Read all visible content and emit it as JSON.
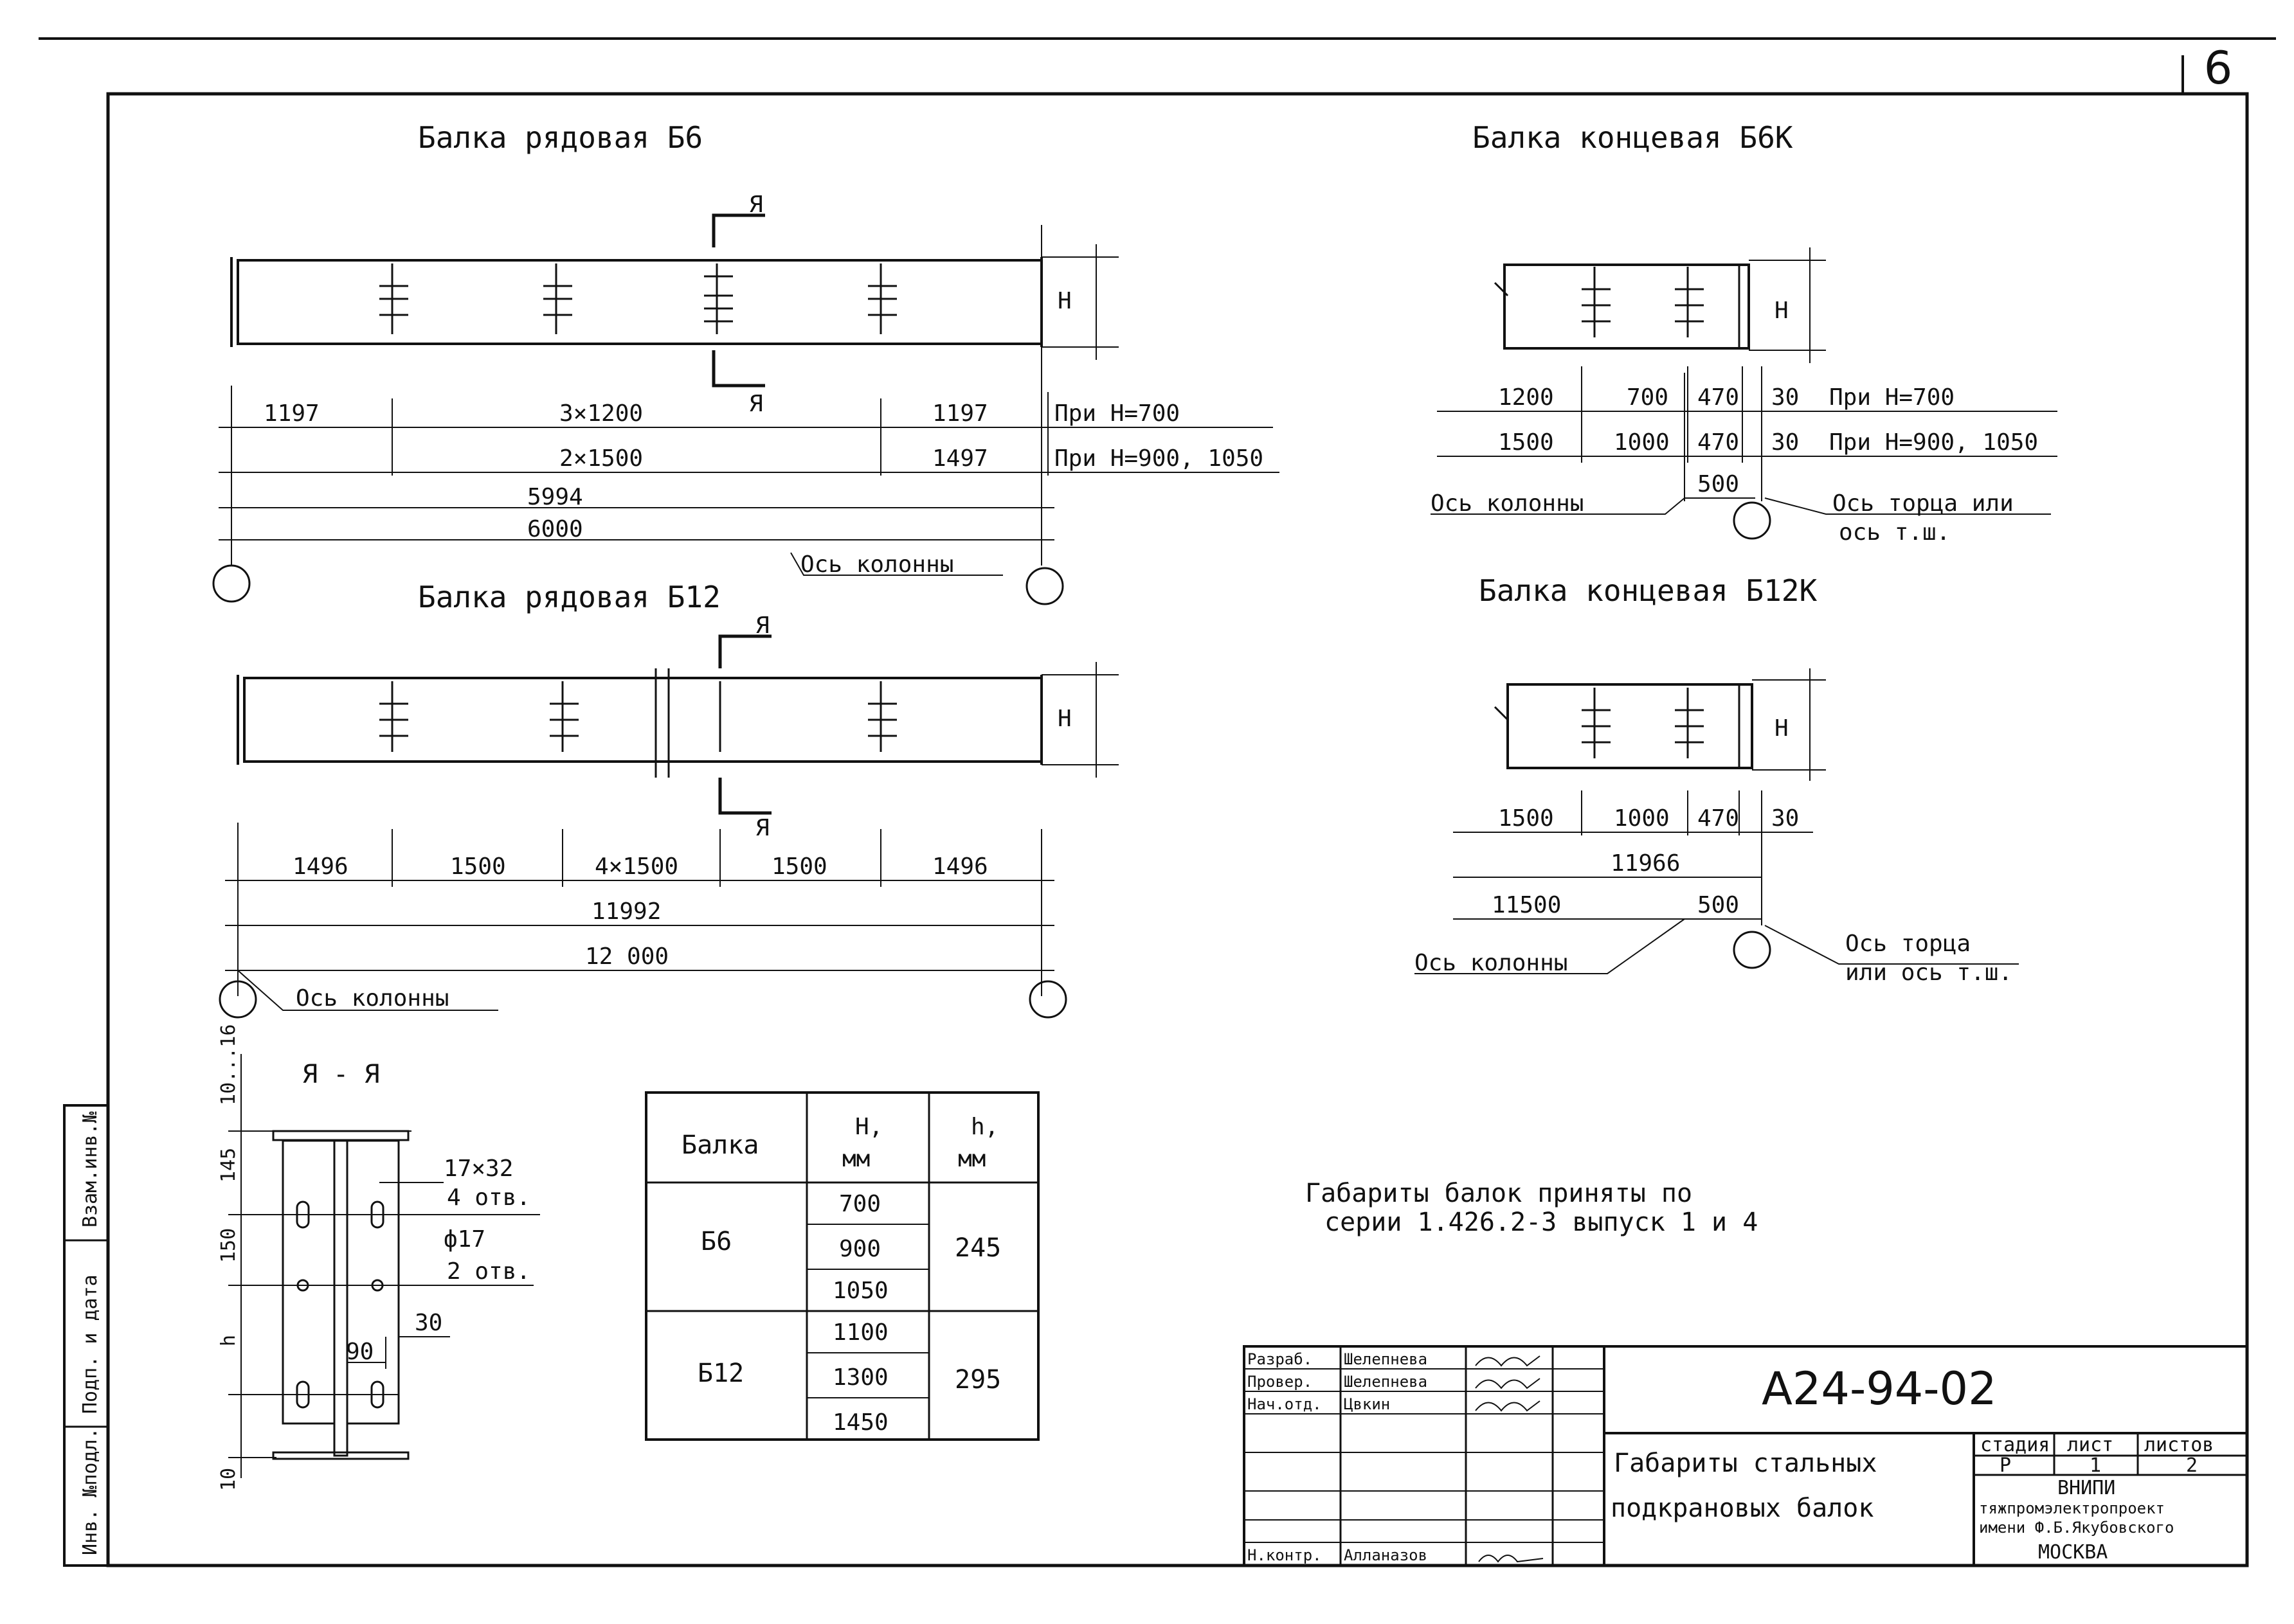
{
  "sheet_number": "6",
  "titles": {
    "b6": "Балка рядовая Б6",
    "b6k": "Балка концевая Б6К",
    "b12": "Балка рядовая Б12",
    "b12k": "Балка концевая Б12К"
  },
  "b6": {
    "dims_top": [
      "1197",
      "3×1200",
      "1197"
    ],
    "dims_second": [
      "2×1500",
      "1497"
    ],
    "total_inner": "5994",
    "total": "6000",
    "note_h700": "При Н=700",
    "note_h900": "При Н=900, 1050",
    "axis_label": "Ось колонны",
    "section_mark": "Я",
    "height_mark": "Н"
  },
  "b6k": {
    "row1": [
      "1200",
      "700",
      "470",
      "30"
    ],
    "row2": [
      "1500",
      "1000",
      "470",
      "30"
    ],
    "note_h700": "При Н=700",
    "note_h900": "При Н=900, 1050",
    "dim_500": "500",
    "axis_col": "Ось колонны",
    "axis_end": "Ось торца или",
    "axis_end2": "ось т.ш.",
    "height_mark": "Н"
  },
  "b12": {
    "dims": [
      "1496",
      "1500",
      "4×1500",
      "1500",
      "1496"
    ],
    "total_inner": "11992",
    "total": "12 000",
    "axis_label": "Ось колонны",
    "section_mark": "Я",
    "height_mark": "Н"
  },
  "b12k": {
    "row1": [
      "1500",
      "1000",
      "470",
      "30"
    ],
    "dim_11966": "11966",
    "dim_11500": "11500",
    "dim_500": "500",
    "axis_col": "Ось колонны",
    "axis_end": "Ось торца",
    "axis_end2": "или ось т.ш.",
    "height_mark": "Н"
  },
  "section": {
    "title": "Я - Я",
    "dim_top": "10...16",
    "dim_145": "145",
    "dim_150": "150",
    "dim_h": "h",
    "dim_10": "10",
    "hole1": "17×32",
    "hole1_count": "4 отв.",
    "hole2": "ф17",
    "hole2_count": "2 отв.",
    "dim_30": "30",
    "dim_90": "90"
  },
  "table": {
    "headers": [
      "Балка",
      "Н,",
      "мм",
      "h,",
      "мм"
    ],
    "rows": [
      {
        "beam": "Б6",
        "H": [
          "700",
          "900",
          "1050"
        ],
        "h": "245"
      },
      {
        "beam": "Б12",
        "H": [
          "1100",
          "1300",
          "1450"
        ],
        "h": "295"
      }
    ]
  },
  "note": {
    "line1": "Габариты балок приняты по",
    "line2": "серии 1.426.2-3 выпуск 1 и 4"
  },
  "stamp": {
    "code": "А24-94-02",
    "title_line1": "Габариты стальных",
    "title_line2": "подкрановых балок",
    "roles": [
      "Разраб.",
      "Провер.",
      "Нач.отд.",
      "Н.контр."
    ],
    "names": [
      "Шелепнева",
      "Шелепнева",
      "Цвкин",
      "Алланазов"
    ],
    "stage_label": "стадия",
    "sheet_label": "лист",
    "sheets_label": "листов",
    "stage": "Р",
    "sheet": "1",
    "sheets": "2",
    "org1": "ВНИПИ",
    "org2": "тяжпромэлектропроект",
    "org3": "имени Ф.Б.Якубовского",
    "org4": "МОСКВА"
  },
  "side_strip": [
    "Инв. №подл.",
    "Подп. и дата",
    "Взам.инв.№"
  ]
}
